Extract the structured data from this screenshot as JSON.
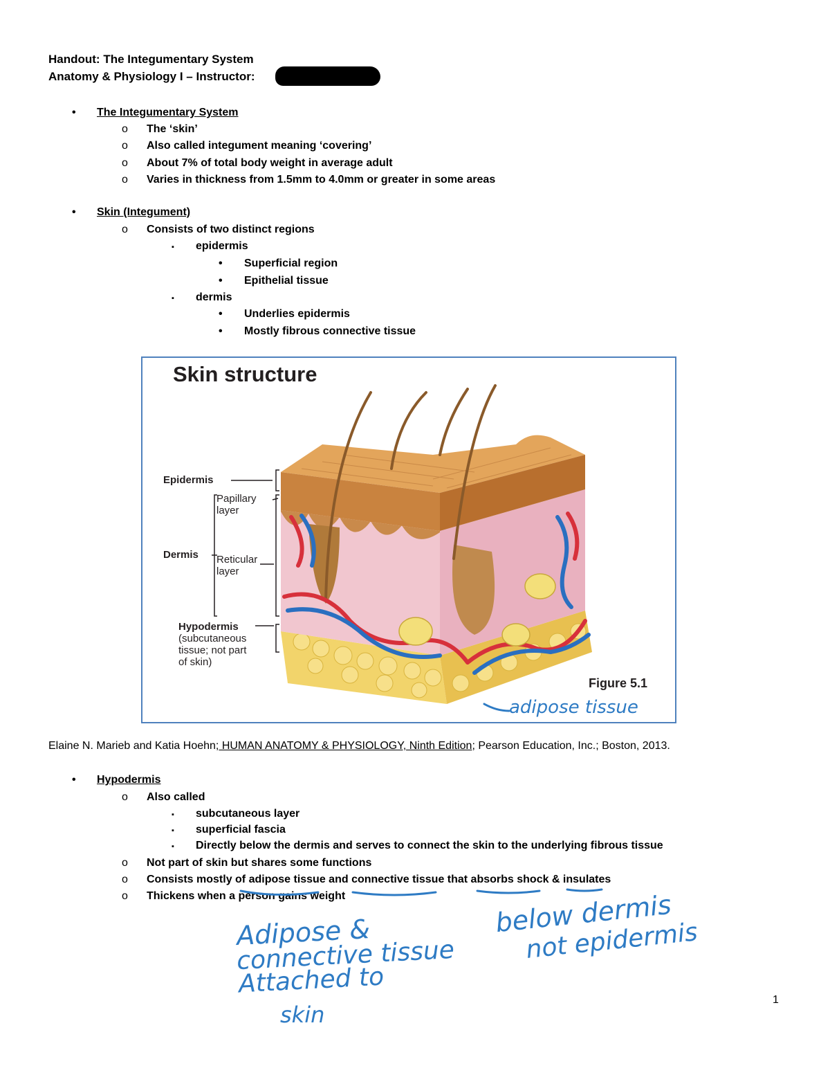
{
  "header": {
    "title": "Handout:  The Integumentary System",
    "course": "Anatomy & Physiology I – Instructor:"
  },
  "section1": {
    "heading": "The Integumentary System",
    "items": [
      "The ‘skin’",
      "Also called integument meaning ‘covering’",
      "About 7% of total body weight in average adult",
      "Varies in thickness from 1.5mm to 4.0mm or greater in some areas"
    ]
  },
  "section2": {
    "heading": "Skin (Integument)",
    "item": "Consists of two distinct regions",
    "epidermis": {
      "label": "epidermis",
      "points": [
        "Superficial region",
        "Epithelial tissue"
      ]
    },
    "dermis": {
      "label": "dermis",
      "points": [
        "Underlies epidermis",
        "Mostly fibrous connective tissue"
      ]
    }
  },
  "figure": {
    "title": "Skin structure",
    "labels": {
      "epidermis": "Epidermis",
      "papillary": [
        "Papillary",
        "layer"
      ],
      "dermis": "Dermis",
      "reticular": [
        "Reticular",
        "layer"
      ],
      "hypodermis": "Hypodermis",
      "hypodermis_note": [
        "(subcutaneous",
        "tissue; not part",
        "of skin)"
      ]
    },
    "caption": "Figure 5.1",
    "annotation": "adipose tissue"
  },
  "citation": {
    "authors": "Elaine N. Marieb and Katia Hoehn;",
    "book": " HUMAN ANATOMY & PHYSIOLOGY, Ninth Edition",
    "publisher": "; Pearson Education, Inc.; Boston, 2013."
  },
  "section3": {
    "heading": "Hypodermis",
    "also_called": "Also called",
    "sub_items": [
      "subcutaneous layer",
      "superficial fascia",
      "Directly below the dermis and serves to connect the skin to the underlying fibrous tissue"
    ],
    "items": [
      "Not part of skin but shares some functions",
      "Consists mostly of adipose tissue and connective tissue  that absorbs shock & insulates",
      "Thickens when a person gains weight"
    ]
  },
  "handwritten_notes": {
    "left": [
      "Adipose &",
      "connective tissue",
      "Attached  to",
      "skin"
    ],
    "right": [
      "below dermis",
      "not epidermis"
    ]
  },
  "page_number": "1"
}
